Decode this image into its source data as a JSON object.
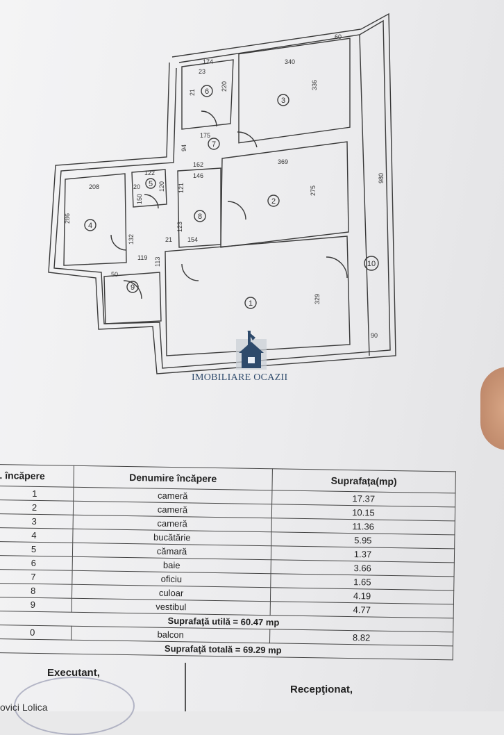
{
  "plan": {
    "room_numbers": [
      "1",
      "2",
      "3",
      "4",
      "5",
      "6",
      "7",
      "8",
      "9",
      "10"
    ],
    "dimensions": [
      "174",
      "23",
      "220",
      "21",
      "340",
      "336",
      "60",
      "980",
      "175",
      "94",
      "162",
      "146",
      "369",
      "275",
      "122",
      "20",
      "120",
      "208",
      "286",
      "150",
      "121",
      "123",
      "21",
      "154",
      "132",
      "119",
      "50",
      "113",
      "329",
      "90"
    ]
  },
  "watermark": {
    "text": "IMOBILIARE OCAZII"
  },
  "table": {
    "headers": {
      "nr": "r. încăpere",
      "name": "Denumire încăpere",
      "area": "Suprafaţa(mp)"
    },
    "rows": [
      {
        "nr": "1",
        "name": "cameră",
        "area": "17.37"
      },
      {
        "nr": "2",
        "name": "cameră",
        "area": "10.15"
      },
      {
        "nr": "3",
        "name": "cameră",
        "area": "11.36"
      },
      {
        "nr": "4",
        "name": "bucătărie",
        "area": "5.95"
      },
      {
        "nr": "5",
        "name": "cămară",
        "area": "1.37"
      },
      {
        "nr": "6",
        "name": "baie",
        "area": "3.66"
      },
      {
        "nr": "7",
        "name": "oficiu",
        "area": "1.65"
      },
      {
        "nr": "8",
        "name": "culoar",
        "area": "4.19"
      },
      {
        "nr": "9",
        "name": "vestibul",
        "area": "4.77"
      }
    ],
    "useful_area": "Suprafaţă utilă = 60.47 mp",
    "balcony": {
      "nr": "0",
      "name": "balcon",
      "area": "8.82"
    },
    "total_area": "Suprafaţă totală = 69.29 mp"
  },
  "footer": {
    "executant": "Executant,",
    "receptionat": "Recepţionat,",
    "signature": "ovici Lolica"
  },
  "colors": {
    "ink": "#333333",
    "logo": "#2e4a6b"
  }
}
